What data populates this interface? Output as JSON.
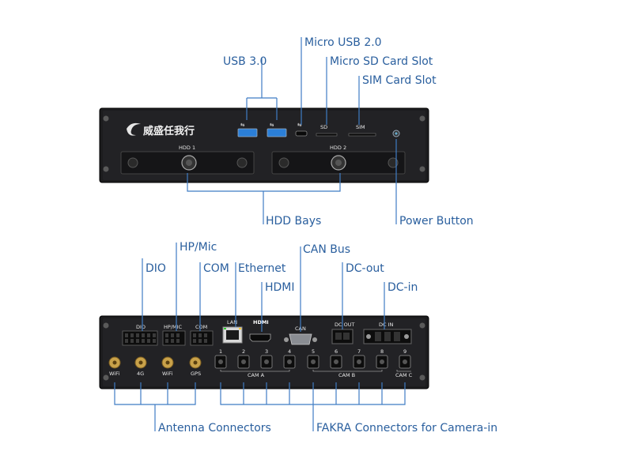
{
  "front_panel": {
    "brand": "威盛任我行",
    "hdd1_label": "HDD 1",
    "hdd2_label": "HDD 2",
    "sd_label": "SD",
    "sim_label": "SIM"
  },
  "rear_panel": {
    "dio_label": "DIO",
    "hpmic_label": "HP/MIC",
    "com_label": "COM",
    "lan_label": "LAN",
    "hdmi_label": "HDMI",
    "can_label": "CAN",
    "dcout_label": "DC OUT",
    "dcin_label": "DC IN",
    "antennas": [
      "WiFi",
      "4G",
      "WiFi",
      "GPS"
    ],
    "fakra_numbers": [
      "1",
      "2",
      "3",
      "4",
      "5",
      "6",
      "7",
      "8",
      "9"
    ],
    "cam_a": "CAM A",
    "cam_b": "CAM B",
    "cam_c": "CAM C"
  },
  "callouts": {
    "usb3": "USB 3.0",
    "micro_usb": "Micro USB 2.0",
    "micro_sd": "Micro SD Card Slot",
    "sim_slot": "SIM Card Slot",
    "hdd_bays": "HDD  Bays",
    "power_button": "Power Button",
    "dio": "DIO",
    "hp_mic": "HP/Mic",
    "com": "COM",
    "ethernet": "Ethernet",
    "hdmi": "HDMI",
    "can_bus": "CAN Bus",
    "dc_out": "DC-out",
    "dc_in": "DC-in",
    "antenna_connectors": "Antenna Connectors",
    "fakra_connectors": "FAKRA Connectors for Camera-in"
  },
  "colors": {
    "chassis": "#1c1c1e",
    "callout_text": "#2a5f9e",
    "leader_line": "#3f7cc4",
    "usb3_blue": "#2b7fd8",
    "gold": "#c9a24a"
  }
}
